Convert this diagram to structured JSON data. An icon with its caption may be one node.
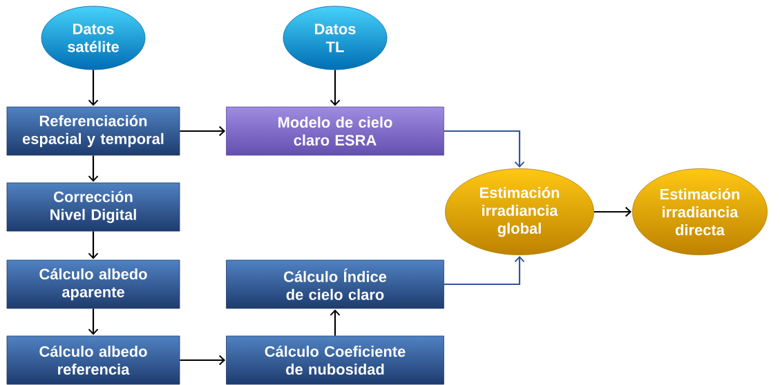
{
  "diagram": {
    "nodes": [
      {
        "text": [
          "Datos satélite"
        ]
      },
      {
        "text": [
          "Datos TL"
        ]
      },
      {
        "text": [
          "Referenciación espacial y temporal"
        ]
      },
      {
        "text": [
          "Modelo de cielo claro ESRA"
        ]
      },
      {
        "text": [
          "Corrección Nivel Digital"
        ]
      },
      {
        "text": [
          "Estimación irradiancia global"
        ]
      },
      {
        "text": [
          "Estimación irradiancia directa"
        ]
      },
      {
        "text": [
          "Cálculo albedo aparente"
        ]
      },
      {
        "text": [
          "Cálculo Índice de cielo claro"
        ]
      },
      {
        "text": [
          "Cálculo albedo referencia"
        ]
      },
      {
        "text": [
          "Cálculo Coeficiente de nubosidad"
        ]
      }
    ],
    "edges": [
      {
        "from": 0,
        "to": 2,
        "arrow": "to"
      },
      {
        "from": 1,
        "to": 3,
        "arrow": "to"
      },
      {
        "from": 2,
        "to": 3,
        "arrow": "to"
      },
      {
        "from": 2,
        "to": 4,
        "arrow": "to"
      },
      {
        "from": 4,
        "to": 7,
        "arrow": "to"
      },
      {
        "from": 7,
        "to": 9,
        "arrow": "to"
      },
      {
        "from": 9,
        "to": 10,
        "arrow": "to"
      },
      {
        "from": 10,
        "to": 8,
        "arrow": "to"
      },
      {
        "from": 3,
        "to": 5,
        "arrow": "to",
        "color": "#2f5597"
      },
      {
        "from": 8,
        "to": 5,
        "arrow": "to",
        "color": "#2f5597"
      },
      {
        "from": 5,
        "to": 6,
        "arrow": "to"
      }
    ]
  }
}
